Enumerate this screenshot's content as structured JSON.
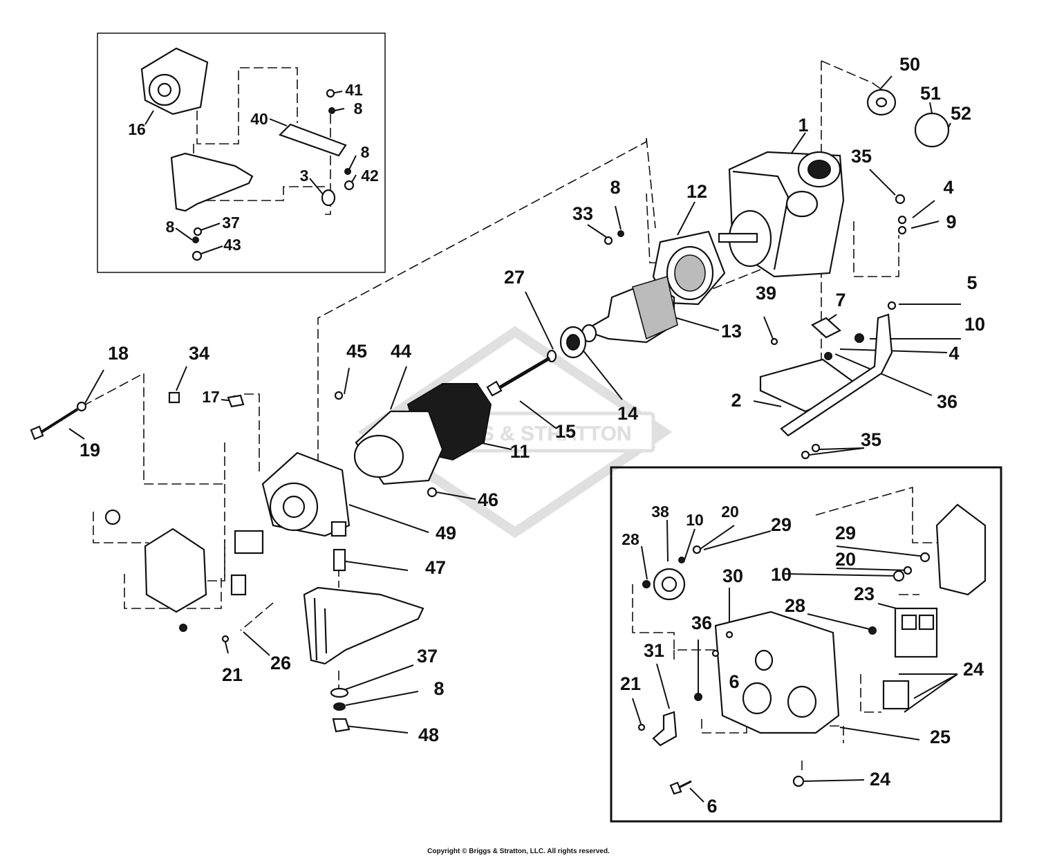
{
  "watermark": "BRIGGS & STRATTON",
  "copyright": "Copyright © Briggs & Stratton, LLC. All rights reserved.",
  "labels": {
    "n1": "1",
    "n2": "2",
    "n3": "3",
    "n4a": "4",
    "n4b": "4",
    "n5": "5",
    "n6a": "6",
    "n6b": "6",
    "n7": "7",
    "n8a": "8",
    "n8b": "8",
    "n8c": "8",
    "n8d": "8",
    "n8e": "8",
    "n9": "9",
    "n10a": "10",
    "n10b": "10",
    "n10c": "10",
    "n11": "11",
    "n12": "12",
    "n13": "13",
    "n14": "14",
    "n15": "15",
    "n16": "16",
    "n17": "17",
    "n18": "18",
    "n19": "19",
    "n20a": "20",
    "n20b": "20",
    "n21a": "21",
    "n21b": "21",
    "n23": "23",
    "n24a": "24",
    "n24b": "24",
    "n25": "25",
    "n26": "26",
    "n27": "27",
    "n28a": "28",
    "n28b": "28",
    "n29a": "29",
    "n29b": "29",
    "n30": "30",
    "n31": "31",
    "n33": "33",
    "n34": "34",
    "n35a": "35",
    "n35b": "35",
    "n36a": "36",
    "n36b": "36",
    "n37a": "37",
    "n37b": "37",
    "n38": "38",
    "n39": "39",
    "n40": "40",
    "n41": "41",
    "n42": "42",
    "n43": "43",
    "n44": "44",
    "n45": "45",
    "n46": "46",
    "n47": "47",
    "n48": "48",
    "n49": "49",
    "n50": "50",
    "n51": "51",
    "n52": "52"
  }
}
